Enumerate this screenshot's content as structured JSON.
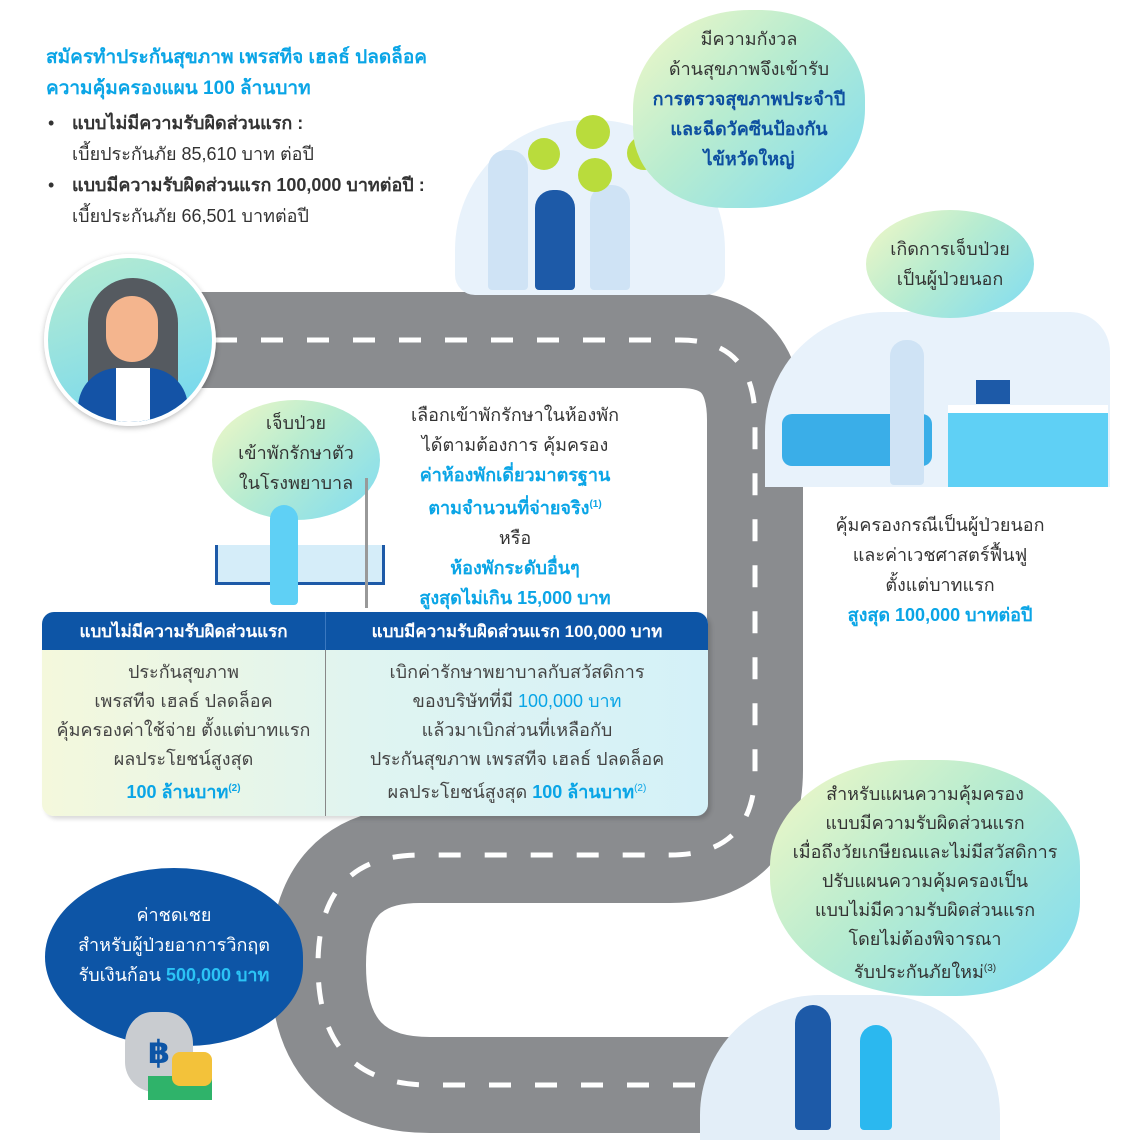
{
  "intro": {
    "title_line1": "สมัครทำประกันสุขภาพ เพรสทีจ เฮลธ์ ปลดล็อค",
    "title_line2": "ความคุ้มครองแผน 100 ล้านบาท",
    "items": [
      {
        "heading": "แบบไม่มีความรับผิดส่วนแรก :",
        "detail": "เบี้ยประกันภัย 85,610 บาท ต่อปี"
      },
      {
        "heading": "แบบมีความรับผิดส่วนแรก 100,000 บาทต่อปี :",
        "detail": "เบี้ยประกันภัย 66,501 บาทต่อปี"
      }
    ]
  },
  "checkup": {
    "line1": "มีความกังวล",
    "line2": "ด้านสุขภาพจึงเข้ารับ",
    "line3": "การตรวจสุขภาพประจำปี",
    "line4": "และฉีดวัคซีนป้องกัน",
    "line5": "ไข้หวัดใหญ่"
  },
  "outpatient": {
    "bubble_line1": "เกิดการเจ็บป่วย",
    "bubble_line2": "เป็นผู้ป่วยนอก",
    "desc_line1": "คุ้มครองกรณีเป็นผู้ป่วยนอก",
    "desc_line2": "และค่าเวชศาสตร์ฟื้นฟู",
    "desc_line3": "ตั้งแต่บาทแรก",
    "desc_line4": "สูงสุด 100,000 บาทต่อปี"
  },
  "inpatient": {
    "bubble_line1": "เจ็บป่วย",
    "bubble_line2": "เข้าพักรักษาตัว",
    "bubble_line3": "ในโรงพยาบาล",
    "room_line1": "เลือกเข้าพักรักษาในห้องพัก",
    "room_line2": "ได้ตามต้องการ คุ้มครอง",
    "room_line3": "ค่าห้องพักเดี่ยวมาตรฐาน",
    "room_line4": "ตามจำนวนที่จ่ายจริง",
    "room_note4": "(1)",
    "room_or": "หรือ",
    "room_line5": "ห้องพักระดับอื่นๆ",
    "room_line6": "สูงสุดไม่เกิน 15,000 บาท"
  },
  "table": {
    "header_left": "แบบไม่มีความรับผิดส่วนแรก",
    "header_right": "แบบมีความรับผิดส่วนแรก 100,000 บาท",
    "left": [
      "ประกันสุขภาพ",
      "เพรสทีจ เฮลธ์ ปลดล็อค",
      "คุ้มครองค่าใช้จ่าย ตั้งแต่บาทแรก",
      "ผลประโยชน์สูงสุด"
    ],
    "left_highlight": "100 ล้านบาท",
    "left_note": "(2)",
    "right_line1": "เบิกค่ารักษาพยาบาลกับสวัสดิการ",
    "right_line2_pre": "ของบริษัทที่มี ",
    "right_line2_hl": "100,000 บาท",
    "right_line3": "แล้วมาเบิกส่วนที่เหลือกับ",
    "right_line4": "ประกันสุขภาพ เพรสทีจ เฮลธ์ ปลดล็อค",
    "right_line5_pre": "ผลประโยชน์สูงสุด ",
    "right_line5_hl": "100 ล้านบาท",
    "right_note": "(2)"
  },
  "critical": {
    "line1": "ค่าชดเชย",
    "line2": "สำหรับผู้ป่วยอาการวิกฤต",
    "line3_pre": "รับเงินก้อน ",
    "line3_hl": "500,000 บาท",
    "currency_symbol": "฿"
  },
  "retire": {
    "lines": [
      "สำหรับแผนความคุ้มครอง",
      "แบบมีความรับผิดส่วนแรก",
      "เมื่อถึงวัยเกษียณและไม่มีสวัสดิการ",
      "ปรับแผนความคุ้มครองเป็น",
      "แบบไม่มีความรับผิดส่วนแรก",
      "โดยไม่ต้องพิจารณา"
    ],
    "last_line": "รับประกันภัยใหม่",
    "last_note": "(3)"
  },
  "colors": {
    "accent": "#0aa5e6",
    "navy": "#0d55a6",
    "road": "#8a8c8f"
  }
}
